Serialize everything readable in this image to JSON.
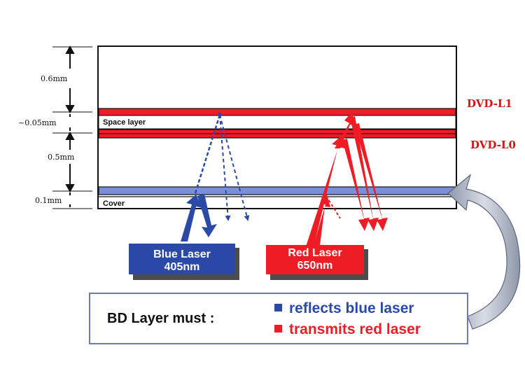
{
  "dimensions": {
    "top": "0.6mm",
    "spacer": "~0.05mm",
    "middle": "0.5mm",
    "bottom": "0.1mm"
  },
  "layers": {
    "space_layer": "Space layer",
    "cover": "Cover"
  },
  "dvd_labels": {
    "l1": "DVD-L1",
    "l0": "DVD-L0"
  },
  "lasers": {
    "blue": {
      "name": "Blue Laser",
      "wavelength": "405nm"
    },
    "red": {
      "name": "Red Laser",
      "wavelength": "650nm"
    }
  },
  "requirement": {
    "title": "BD Layer must :",
    "items": [
      "reflects blue laser",
      "transmits red laser"
    ]
  },
  "colors": {
    "blue": "#2b4aa8",
    "blue_layer": "#7b8fd8",
    "red": "#ee1c25",
    "red_label": "#d61414",
    "arrow_grey": "#9aa3b5"
  }
}
